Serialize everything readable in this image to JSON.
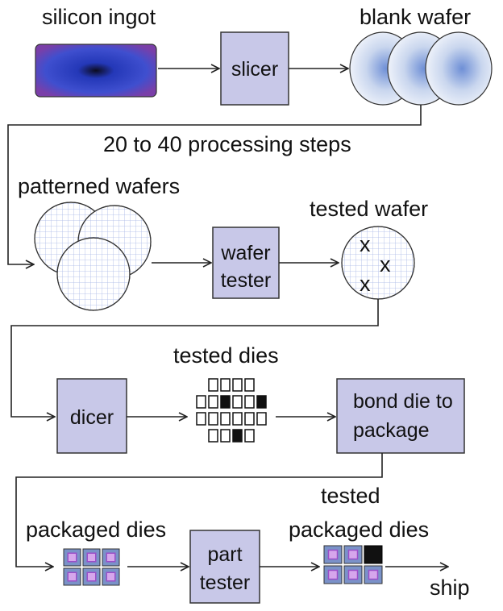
{
  "labels": {
    "ingot": "silicon ingot",
    "blank": "blank wafer",
    "processing": "20 to 40 processing steps",
    "patterned": "patterned wafers",
    "tested_wafer": "tested wafer",
    "tested_dies": "tested dies",
    "packaged_dies": "packaged dies",
    "tested_pkg_1": "tested",
    "tested_pkg_2": "packaged dies",
    "ship": "ship"
  },
  "boxes": {
    "slicer": "slicer",
    "wafer_tester_1": "wafer",
    "wafer_tester_2": "tester",
    "dicer": "dicer",
    "bond_1": "bond die to",
    "bond_2": "package",
    "part_1": "part",
    "part_2": "tester"
  },
  "marks": {
    "defect": "x"
  },
  "tested_dies_grid": [
    [
      0,
      0,
      0,
      0
    ],
    [
      0,
      0,
      1,
      0,
      0,
      1
    ],
    [
      0,
      0,
      0,
      0,
      0,
      0
    ],
    [
      0,
      0,
      1,
      0
    ]
  ],
  "tested_packaged_dies_grid": [
    [
      0,
      0,
      1
    ],
    [
      0,
      0,
      0
    ]
  ],
  "colors": {
    "box_fill": "#c8c8e8",
    "ingot_outer": "#7a3fa8",
    "ingot_inner": "#2a44c8",
    "wafer_blue": "#6e8fd6",
    "grid_line": "#a9b8e6",
    "die_bad": "#111111",
    "package_fill": "#7a92c8",
    "package_core": "#d6a6ec"
  }
}
